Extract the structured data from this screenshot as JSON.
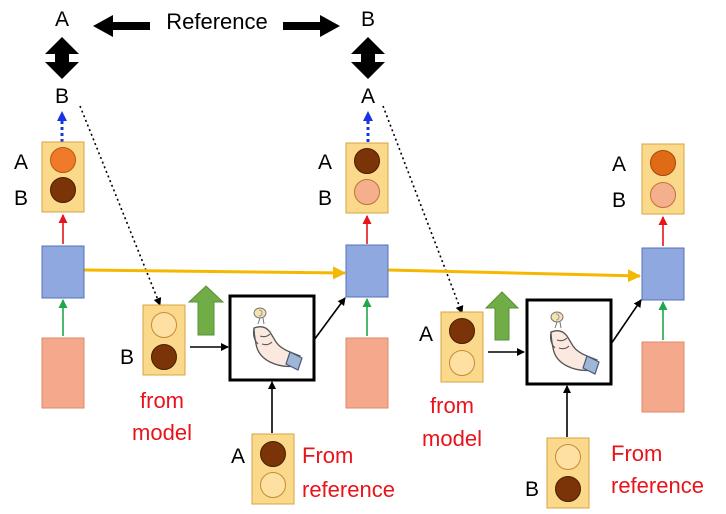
{
  "header": {
    "reference_label": "Reference",
    "left_top": "A",
    "left_bottom": "B",
    "mid_top": "B",
    "mid_bottom": "A"
  },
  "stacks": {
    "s1": {
      "top": "A",
      "bottom": "B"
    },
    "s2": {
      "top": "A",
      "bottom": "B"
    },
    "s3": {
      "top": "A",
      "bottom": "B"
    }
  },
  "inputs": {
    "model1_label": "B",
    "model1_caption": [
      "from",
      "model"
    ],
    "ref1_label": "A",
    "ref1_caption": [
      "From",
      "reference"
    ],
    "model2_label": "A",
    "model2_caption": [
      "from",
      "model"
    ],
    "ref2_label": "B",
    "ref2_caption": [
      "From",
      "reference"
    ]
  },
  "colors": {
    "hidden_state": "#8fa8e0",
    "input_token": "#f4a98d",
    "token_panel": "#fad98a",
    "chosen_token": "#7a3408",
    "caption_red": "#e8141b",
    "recurrent_arrow": "#f5b800",
    "green_arrow": "#70ad47"
  },
  "icons": [
    "coin-flip-hand-icon",
    "up-arrow-icon",
    "double-vertical-arrow-icon"
  ]
}
